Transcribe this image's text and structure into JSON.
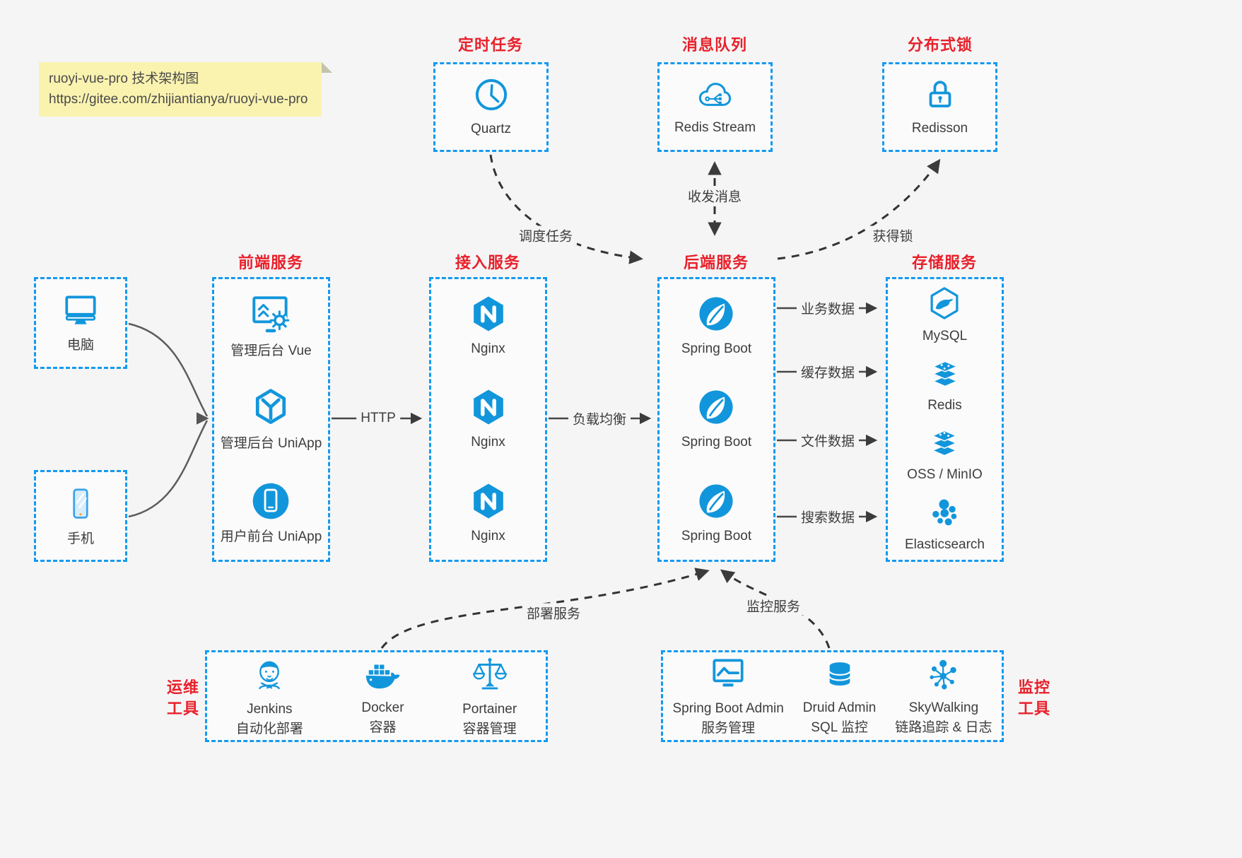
{
  "note": {
    "line1": "ruoyi-vue-pro 技术架构图",
    "line2": "https://gitee.com/zhijiantianya/ruoyi-vue-pro"
  },
  "colors": {
    "accent_blue": "#1296db",
    "border_blue": "#149aef",
    "title_red": "#e8212b",
    "background": "#f5f5f6",
    "arrow_dark": "#3b3b3b",
    "note_yellow": "#faf3b0"
  },
  "top_groups": [
    {
      "title": "定时任务",
      "item": {
        "label": "Quartz",
        "icon": "clock-icon"
      }
    },
    {
      "title": "消息队列",
      "item": {
        "label": "Redis Stream",
        "icon": "cloud-stream-icon"
      }
    },
    {
      "title": "分布式锁",
      "item": {
        "label": "Redisson",
        "icon": "lock-icon"
      }
    }
  ],
  "clients": [
    {
      "label": "电脑",
      "icon": "desktop-icon"
    },
    {
      "label": "手机",
      "icon": "smartphone-icon"
    }
  ],
  "columns": [
    {
      "title": "前端服务",
      "items": [
        {
          "label": "管理后台 Vue",
          "icon": "admin-vue-icon"
        },
        {
          "label": "管理后台 UniApp",
          "icon": "cube-icon"
        },
        {
          "label": "用户前台 UniApp",
          "icon": "mobile-app-icon"
        }
      ]
    },
    {
      "title": "接入服务",
      "items": [
        {
          "label": "Nginx",
          "icon": "nginx-icon"
        },
        {
          "label": "Nginx",
          "icon": "nginx-icon"
        },
        {
          "label": "Nginx",
          "icon": "nginx-icon"
        }
      ]
    },
    {
      "title": "后端服务",
      "items": [
        {
          "label": "Spring Boot",
          "icon": "spring-icon"
        },
        {
          "label": "Spring Boot",
          "icon": "spring-icon"
        },
        {
          "label": "Spring Boot",
          "icon": "spring-icon"
        }
      ]
    },
    {
      "title": "存储服务",
      "items": [
        {
          "label": "MySQL",
          "icon": "mysql-icon"
        },
        {
          "label": "Redis",
          "icon": "redis-stack-icon"
        },
        {
          "label": "OSS / MinIO",
          "icon": "oss-stack-icon"
        },
        {
          "label": "Elasticsearch",
          "icon": "elasticsearch-icon"
        }
      ]
    }
  ],
  "bottom_groups": [
    {
      "title_lines": [
        "运维",
        "工具"
      ],
      "items": [
        {
          "label": "Jenkins",
          "sublabel": "自动化部署",
          "icon": "jenkins-icon"
        },
        {
          "label": "Docker",
          "sublabel": "容器",
          "icon": "docker-whale-icon"
        },
        {
          "label": "Portainer",
          "sublabel": "容器管理",
          "icon": "scales-icon"
        }
      ]
    },
    {
      "title_lines": [
        "监控",
        "工具"
      ],
      "items": [
        {
          "label": "Spring Boot Admin",
          "sublabel": "服务管理",
          "icon": "monitor-chart-icon"
        },
        {
          "label": "Druid Admin",
          "sublabel": "SQL 监控",
          "icon": "database-icon"
        },
        {
          "label": "SkyWalking",
          "sublabel": "链路追踪 & 日志",
          "icon": "network-icon"
        }
      ]
    }
  ],
  "edges": {
    "http": "HTTP",
    "load_balance": "负载均衡",
    "business_data": "业务数据",
    "cache_data": "缓存数据",
    "file_data": "文件数据",
    "search_data": "搜索数据",
    "schedule_task": "调度任务",
    "send_receive_msg": "收发消息",
    "acquire_lock": "获得锁",
    "deploy_service": "部署服务",
    "monitor_service": "监控服务"
  }
}
